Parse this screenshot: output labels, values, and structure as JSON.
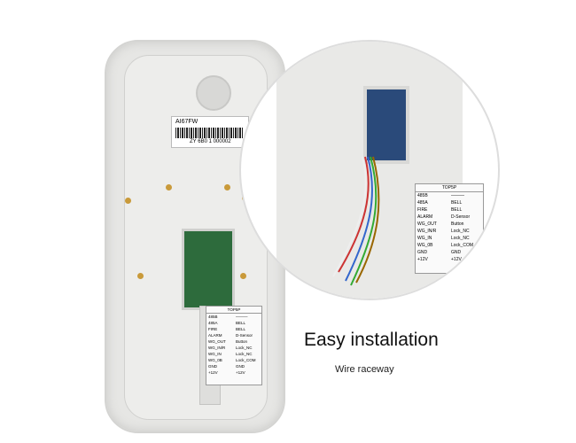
{
  "device_label": {
    "model": "AI67FW",
    "serial": "ZY 6B0 1 000002"
  },
  "terminal_table": {
    "header": "TOP5P",
    "rows": [
      [
        "485B",
        "———"
      ],
      [
        "485A",
        "BELL"
      ],
      [
        "FIRE",
        "BELL"
      ],
      [
        "ALARM",
        "D-Sensor"
      ],
      [
        "WG_OUT",
        "Button"
      ],
      [
        "WG_IN/R",
        "Lock_NC"
      ],
      [
        "WG_IN",
        "Lock_NC"
      ],
      [
        "WG_0B",
        "Lock_COM"
      ],
      [
        "GND",
        "GND"
      ],
      [
        "+12V",
        "+12V"
      ]
    ]
  },
  "caption": {
    "title": "Easy installation",
    "subtitle": "Wire raceway"
  }
}
